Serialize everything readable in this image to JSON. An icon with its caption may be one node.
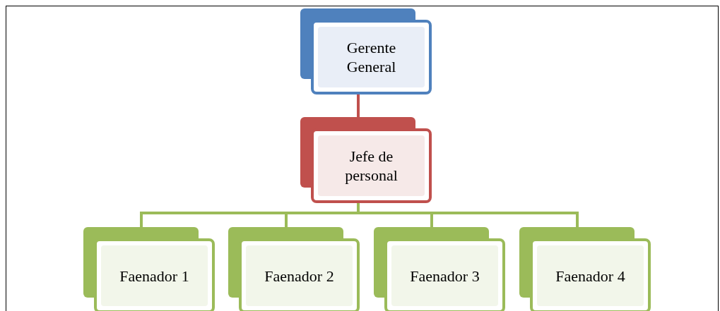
{
  "diagram": {
    "nodes": [
      {
        "text": [
          "Gerente General"
        ]
      },
      {
        "text": [
          "Jefe de personal"
        ]
      },
      {
        "text": [
          "Faenador 1"
        ]
      },
      {
        "text": [
          "Faenador 2"
        ]
      },
      {
        "text": [
          "Faenador 3"
        ]
      },
      {
        "text": [
          "Faenador 4"
        ]
      }
    ],
    "edges": [
      {
        "from": 0,
        "to": 1,
        "arrow": "none",
        "color": "#c0504d"
      },
      {
        "from": 1,
        "to": 2,
        "arrow": "none"
      },
      {
        "from": 1,
        "to": 3,
        "arrow": "none"
      },
      {
        "from": 1,
        "to": 4,
        "arrow": "none"
      },
      {
        "from": 1,
        "to": 5,
        "arrow": "none"
      }
    ]
  }
}
